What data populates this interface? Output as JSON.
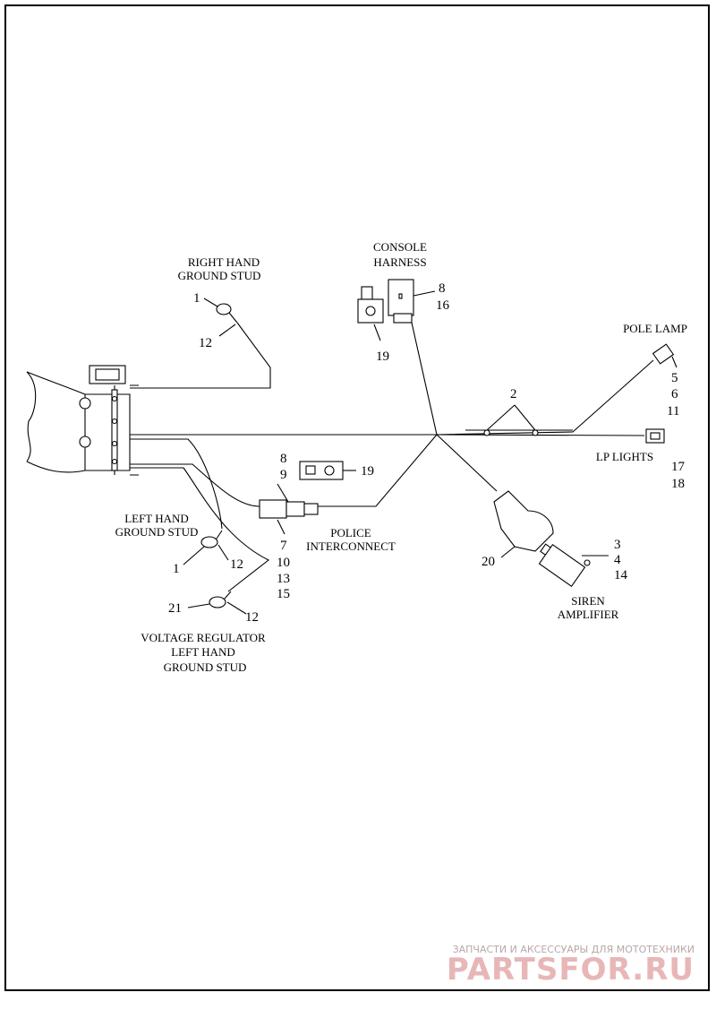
{
  "labels": {
    "right_hand_ground_stud": [
      "RIGHT HAND",
      "GROUND STUD"
    ],
    "console_harness": [
      "CONSOLE",
      "HARNESS"
    ],
    "pole_lamp": [
      "POLE LAMP"
    ],
    "lp_lights": [
      "LP LIGHTS"
    ],
    "left_hand_ground_stud": [
      "LEFT HAND",
      "GROUND STUD"
    ],
    "police_interconnect": [
      "POLICE",
      "INTERCONNECT"
    ],
    "siren_amplifier": [
      "SIREN",
      "AMPLIFIER"
    ],
    "voltage_regulator": [
      "VOLTAGE REGULATOR",
      "LEFT HAND",
      "GROUND STUD"
    ]
  },
  "callouts": {
    "rh_stud": [
      "1",
      "12"
    ],
    "console_left": [
      "19"
    ],
    "console_right": [
      "8",
      "16"
    ],
    "clips": [
      "2"
    ],
    "pole_lamp": [
      "5",
      "6",
      "11"
    ],
    "lp_lights": [
      "17",
      "18"
    ],
    "police_top": [
      "8",
      "9"
    ],
    "police_terminal": [
      "19"
    ],
    "police_bottom": [
      "7",
      "10",
      "13",
      "15"
    ],
    "lh_stud": [
      "1",
      "12"
    ],
    "vr_stud": [
      "21",
      "12"
    ],
    "siren_boot": [
      "20"
    ],
    "siren": [
      "3",
      "4",
      "14"
    ]
  },
  "watermark": {
    "line1": "ЗАПЧАСТИ И АКСЕССУАРЫ ДЛЯ МОТОТЕХНИКИ",
    "line2": "PARTSFOR.RU"
  }
}
